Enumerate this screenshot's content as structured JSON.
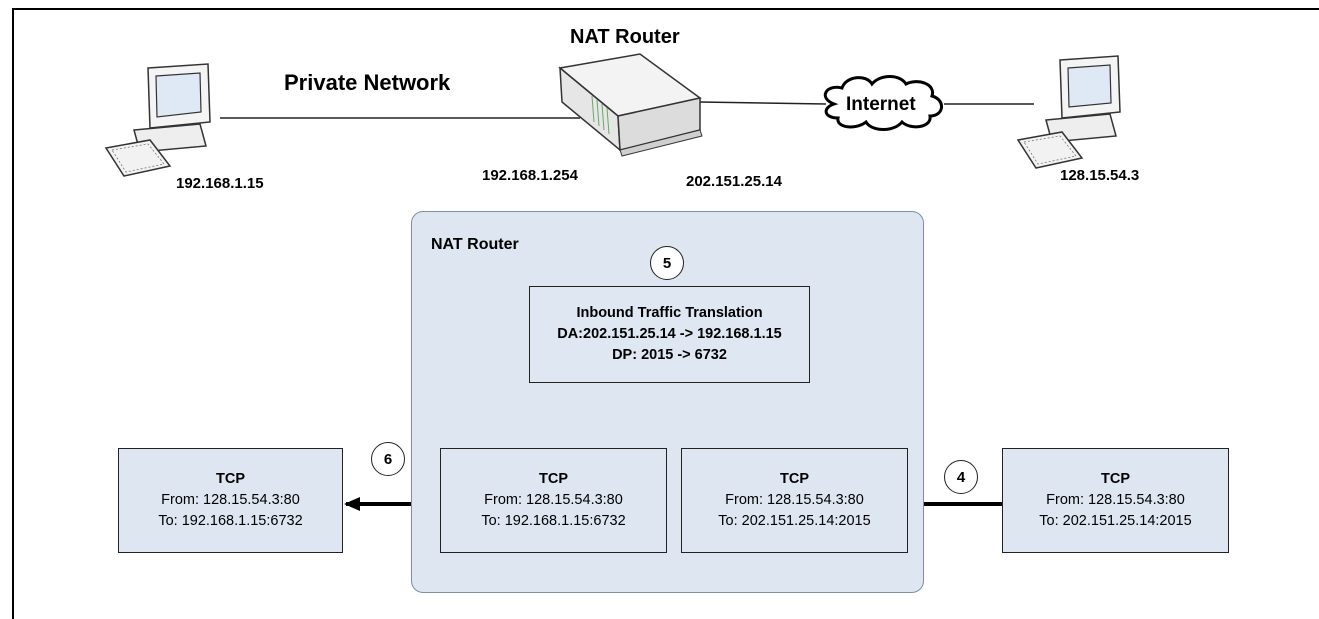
{
  "top": {
    "router_title": "NAT Router",
    "private_network": "Private Network",
    "internet": "Internet",
    "ip_client": "192.168.1.15",
    "ip_router_inside": "192.168.1.254",
    "ip_router_outside": "202.151.25.14",
    "ip_server": "128.15.54.3"
  },
  "panel": {
    "title": "NAT Router",
    "translation": {
      "title": "Inbound Traffic Translation",
      "line1": "DA:202.151.25.14 -> 192.168.1.15",
      "line2": "DP: 2015 -> 6732"
    }
  },
  "steps": {
    "s4": "4",
    "s5": "5",
    "s6": "6"
  },
  "packets": [
    {
      "proto": "TCP",
      "from": "From: 128.15.54.3:80",
      "to": "To: 192.168.1.15:6732"
    },
    {
      "proto": "TCP",
      "from": "From: 128.15.54.3:80",
      "to": "To: 192.168.1.15:6732"
    },
    {
      "proto": "TCP",
      "from": "From:  128.15.54.3:80",
      "to": "To: 202.151.25.14:2015"
    },
    {
      "proto": "TCP",
      "from": "From: 128.15.54.3:80",
      "to": "To: 202.151.25.14:2015"
    }
  ],
  "colors": {
    "panel_fill": "#dde6f1",
    "panel_border": "#7f8ea3"
  }
}
